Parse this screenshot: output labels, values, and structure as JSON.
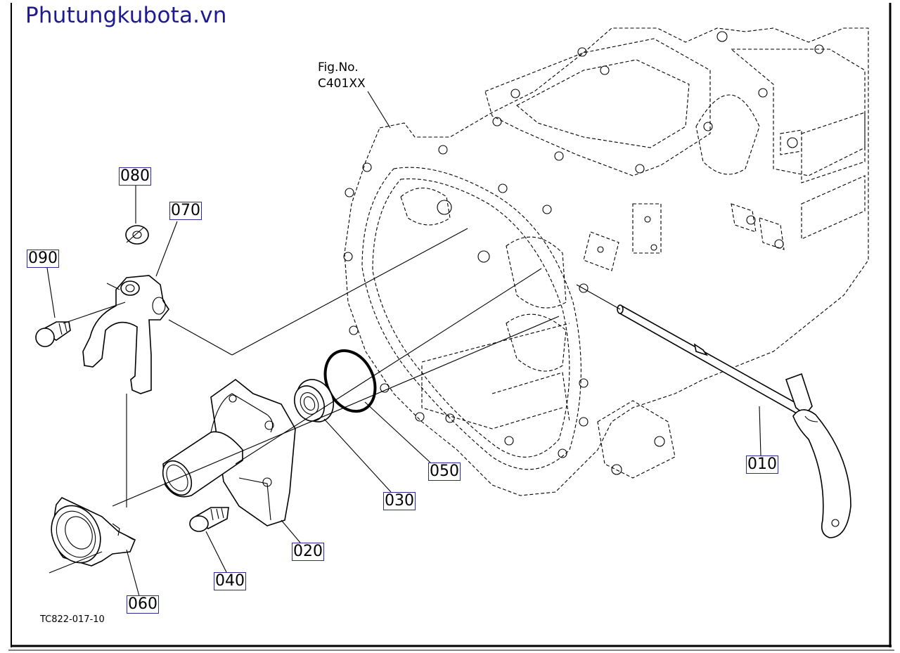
{
  "watermark": "Phutungkubota.vn",
  "figure_ref": {
    "label": "Fig.No.",
    "number": "C401XX"
  },
  "drawing_code": "TC822-017-10",
  "callouts": {
    "p010": "010",
    "p020": "020",
    "p030": "030",
    "p040": "040",
    "p050": "050",
    "p060": "060",
    "p070": "070",
    "p080": "080",
    "p090": "090"
  }
}
